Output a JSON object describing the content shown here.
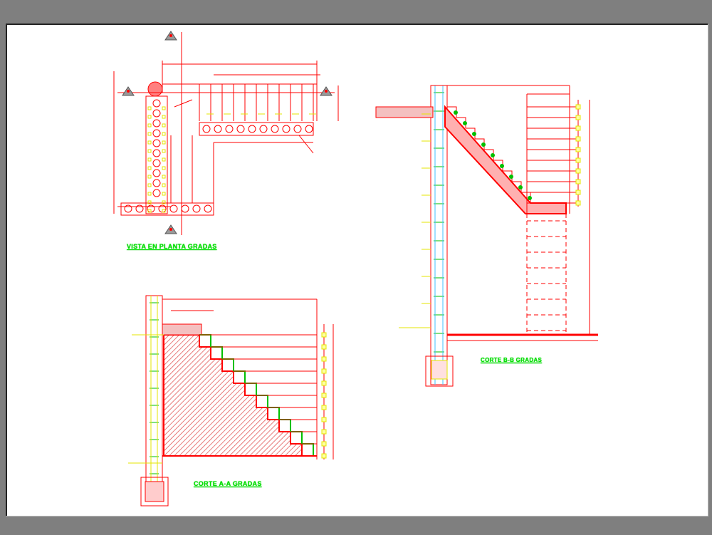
{
  "drawing": {
    "views": [
      {
        "id": "plan",
        "title": "VISTA EN PLANTA GRADAS"
      },
      {
        "id": "section-a",
        "title": "CORTE A-A GRADAS"
      },
      {
        "id": "section-b",
        "title": "CORTE B-B GRADAS"
      }
    ],
    "colors": {
      "lines": "#ff0000",
      "titles": "#00e000",
      "notes": "#ffff00",
      "hatch": "#d04040",
      "background": "#ffffff",
      "frame": "#7f7f7f"
    }
  }
}
